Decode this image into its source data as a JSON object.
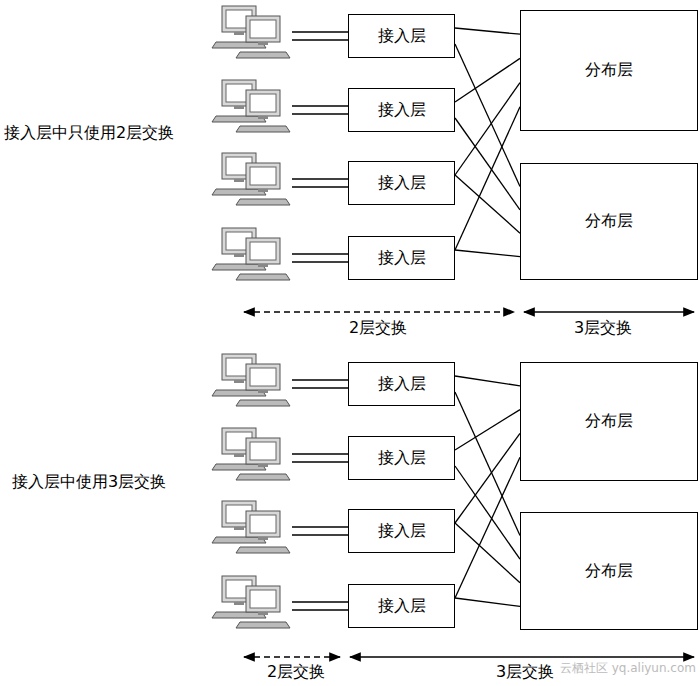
{
  "diagram": {
    "nodes": [
      {
        "text": [
          "接入层"
        ]
      },
      {
        "text": [
          "接入层"
        ]
      },
      {
        "text": [
          "接入层"
        ]
      },
      {
        "text": [
          "接入层"
        ]
      },
      {
        "text": [
          "分布层"
        ]
      },
      {
        "text": [
          "分布层"
        ]
      },
      {
        "text": [
          "接入层"
        ]
      },
      {
        "text": [
          "接入层"
        ]
      },
      {
        "text": [
          "接入层"
        ]
      },
      {
        "text": [
          "接入层"
        ]
      },
      {
        "text": [
          "分布层"
        ]
      },
      {
        "text": [
          "分布层"
        ]
      }
    ],
    "edges": [
      {
        "from": 0,
        "to": 4,
        "arrow": "none"
      },
      {
        "from": 0,
        "to": 5,
        "arrow": "none"
      },
      {
        "from": 1,
        "to": 4,
        "arrow": "none"
      },
      {
        "from": 1,
        "to": 5,
        "arrow": "none"
      },
      {
        "from": 2,
        "to": 4,
        "arrow": "none"
      },
      {
        "from": 2,
        "to": 5,
        "arrow": "none"
      },
      {
        "from": 3,
        "to": 4,
        "arrow": "none"
      },
      {
        "from": 3,
        "to": 5,
        "arrow": "none"
      },
      {
        "from": 6,
        "to": 10,
        "arrow": "none"
      },
      {
        "from": 6,
        "to": 11,
        "arrow": "none"
      },
      {
        "from": 7,
        "to": 10,
        "arrow": "none"
      },
      {
        "from": 7,
        "to": 11,
        "arrow": "none"
      },
      {
        "from": 8,
        "to": 10,
        "arrow": "none"
      },
      {
        "from": 8,
        "to": 11,
        "arrow": "none"
      },
      {
        "from": 9,
        "to": 10,
        "arrow": "none"
      },
      {
        "from": 9,
        "to": 11,
        "arrow": "none"
      }
    ],
    "labels": [
      "接入层中只使用2层交换",
      "2层交换",
      "3层交换",
      "接入层中使用3层交换",
      "2层交换",
      "3层交换",
      "云栖社区 yq.aliyun.com"
    ]
  }
}
